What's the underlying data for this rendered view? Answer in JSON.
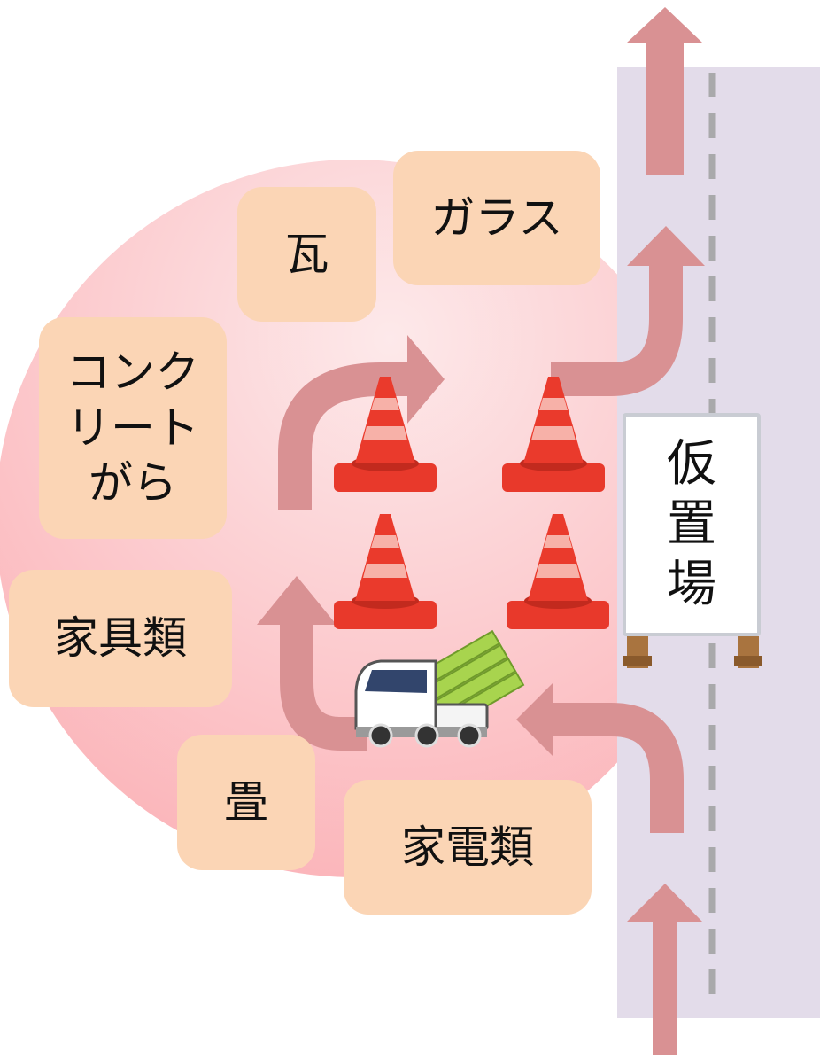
{
  "colors": {
    "area_fill": "#fdd6d8",
    "road": "#e3dcea",
    "arrow": "#d99193",
    "label_bg": "#fbd5b5",
    "cone": "#e8392b",
    "cone_stripe": "#f7b1a8"
  },
  "labels": {
    "glass": "ガラス",
    "tile": "瓦",
    "concrete_line1": "コンク",
    "concrete_line2": "リート",
    "concrete_line3": "がら",
    "furniture": "家具類",
    "tatami": "畳",
    "appliances": "家電類"
  },
  "sign": {
    "char1": "仮",
    "char2": "置",
    "char3": "場"
  },
  "icons": [
    "traffic-cone-icon",
    "kei-truck-icon",
    "flow-arrow-icon"
  ]
}
